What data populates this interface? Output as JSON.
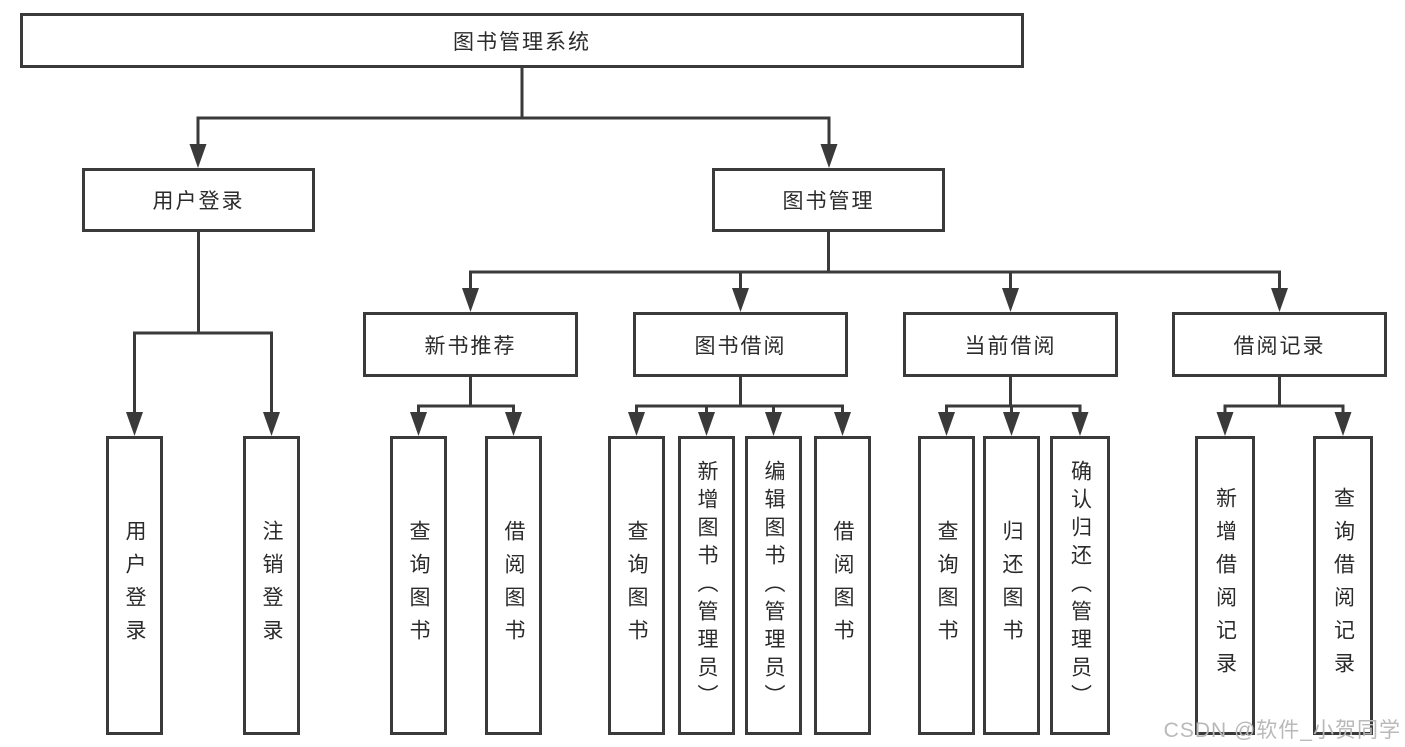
{
  "colors": {
    "line": "#3a3a3a",
    "text": "#2b2b2b",
    "watermark": "#b9b9b9",
    "background": "#ffffff"
  },
  "tree": {
    "label": "图书管理系统",
    "children": [
      {
        "label": "用户登录",
        "children": [
          {
            "label": "用户登录"
          },
          {
            "label": "注销登录"
          }
        ]
      },
      {
        "label": "图书管理",
        "children": [
          {
            "label": "新书推荐",
            "children": [
              {
                "label": "查询图书"
              },
              {
                "label": "借阅图书"
              }
            ]
          },
          {
            "label": "图书借阅",
            "children": [
              {
                "label": "查询图书"
              },
              {
                "label": "新增图书（管理员）"
              },
              {
                "label": "编辑图书（管理员）"
              },
              {
                "label": "借阅图书"
              }
            ]
          },
          {
            "label": "当前借阅",
            "children": [
              {
                "label": "查询图书"
              },
              {
                "label": "归还图书"
              },
              {
                "label": "确认归还（管理员）"
              }
            ]
          },
          {
            "label": "借阅记录",
            "children": [
              {
                "label": "新增借阅记录"
              },
              {
                "label": "查询借阅记录"
              }
            ]
          }
        ]
      }
    ]
  },
  "watermark": {
    "text": "CSDN @软件_小贺同学"
  }
}
